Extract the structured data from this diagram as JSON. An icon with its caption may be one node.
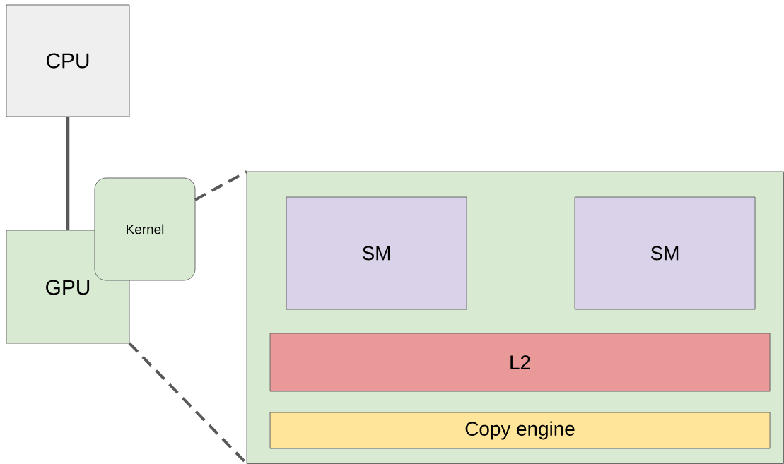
{
  "diagram": {
    "nodes": [
      {
        "text": [
          "CPU"
        ]
      },
      {
        "text": [
          "GPU"
        ]
      },
      {
        "text": [
          "Kernel"
        ]
      },
      {
        "text": [],
        "shape": "box"
      },
      {
        "text": [
          "SM"
        ],
        "in": 3
      },
      {
        "text": [
          "SM"
        ],
        "in": 3
      },
      {
        "text": [
          "L2"
        ],
        "in": 3
      },
      {
        "text": [
          "Copy engine"
        ],
        "in": 3
      }
    ],
    "edges": [
      {
        "from": 0,
        "to": 1,
        "arrow": "none"
      },
      {
        "from": 2,
        "to": 3,
        "arrow": "none",
        "style": "dashed"
      },
      {
        "from": 1,
        "to": 3,
        "arrow": "none",
        "style": "dashed"
      }
    ]
  }
}
